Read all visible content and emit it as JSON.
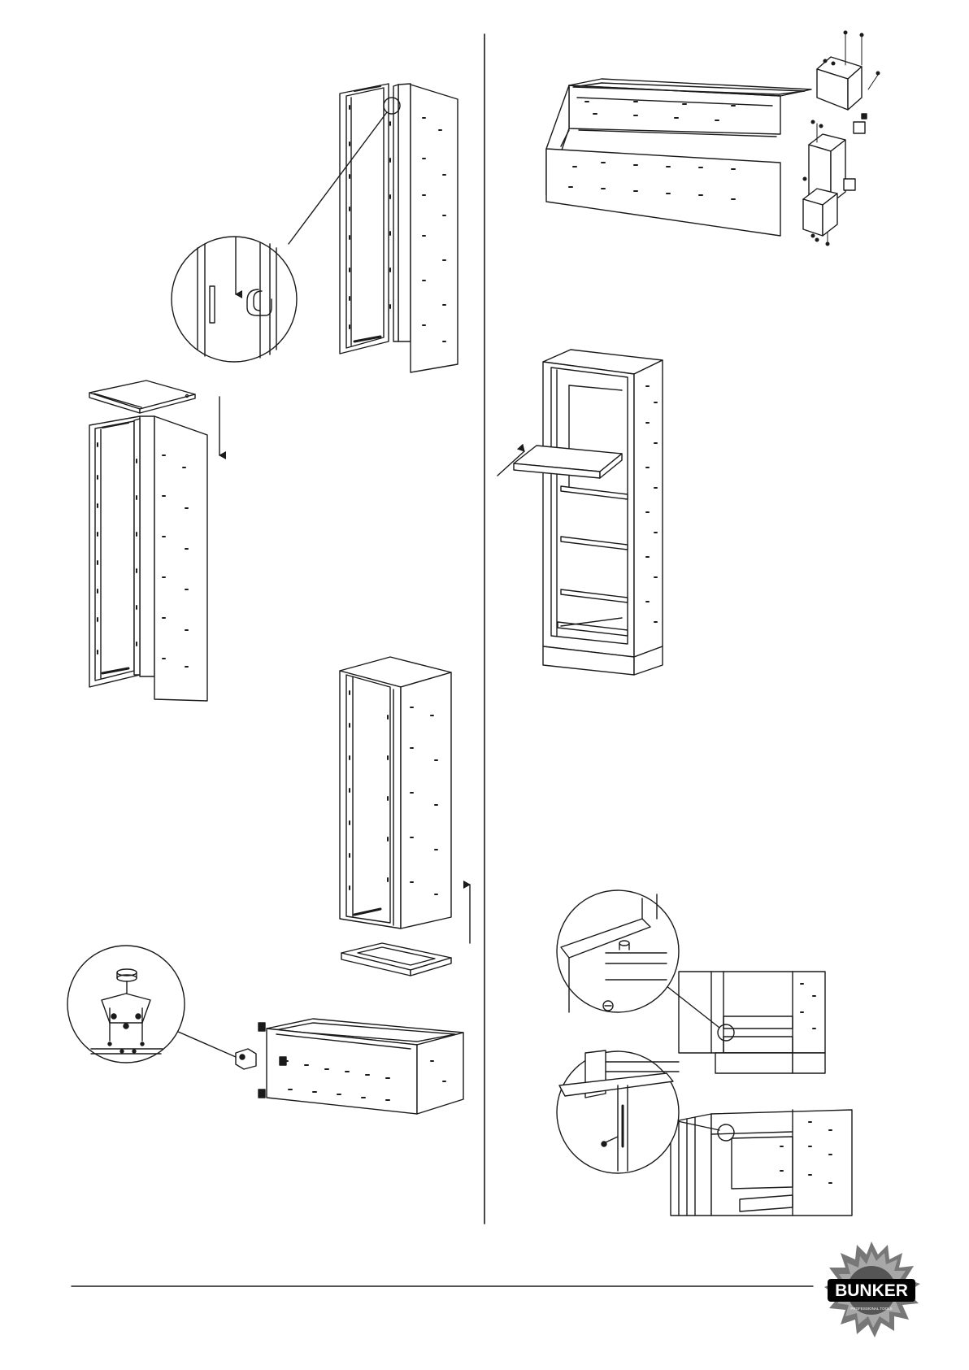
{
  "brand": {
    "name": "BUNKER",
    "tagline": "PROFESSIONAL TOOLS",
    "primary_color": "#000000",
    "accent_color": "#555555"
  },
  "page": {
    "background": "#ffffff",
    "line_color": "#1a1a1a",
    "steps": [
      {
        "id": "step-1",
        "label": "join-side-panels"
      },
      {
        "id": "step-2",
        "label": "fit-top-panel"
      },
      {
        "id": "step-3",
        "label": "fit-base-frame"
      },
      {
        "id": "step-4",
        "label": "attach-levelling-feet"
      },
      {
        "id": "step-5",
        "label": "fit-plinth"
      },
      {
        "id": "step-6",
        "label": "insert-shelves"
      },
      {
        "id": "step-7",
        "label": "adjust-lower-hinge"
      },
      {
        "id": "step-8",
        "label": "adjust-upper-hinge"
      }
    ]
  }
}
